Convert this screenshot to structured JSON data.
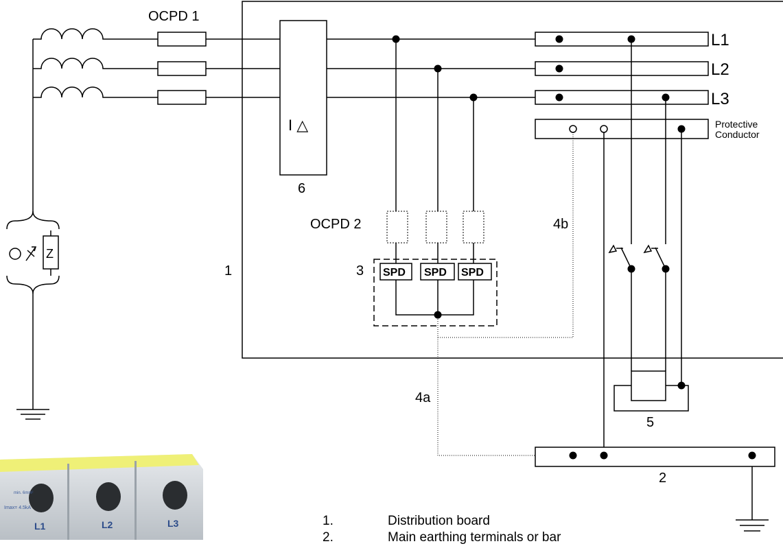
{
  "labels": {
    "ocpd1": "OCPD 1",
    "ocpd2": "OCPD 2",
    "l1": "L1",
    "l2": "L2",
    "l3": "L3",
    "protective_line1": "Protective",
    "protective_line2": "Conductor",
    "rcd_symbol": "I △",
    "rcd_num": "6",
    "board_num": "1",
    "spd_group_num": "3",
    "spd": "SPD",
    "label_4a": "4a",
    "label_4b": "4b",
    "label_5": "5",
    "label_2": "2",
    "z": "Z"
  },
  "legend": [
    {
      "num": "1.",
      "text": "Distribution board"
    },
    {
      "num": "2.",
      "text": "Main earthing terminals or bar"
    }
  ],
  "photo": {
    "modules": [
      "L1",
      "L2",
      "L3"
    ],
    "marking1": "min. 6mm²",
    "marking2": "Imax= 4.5kA"
  }
}
